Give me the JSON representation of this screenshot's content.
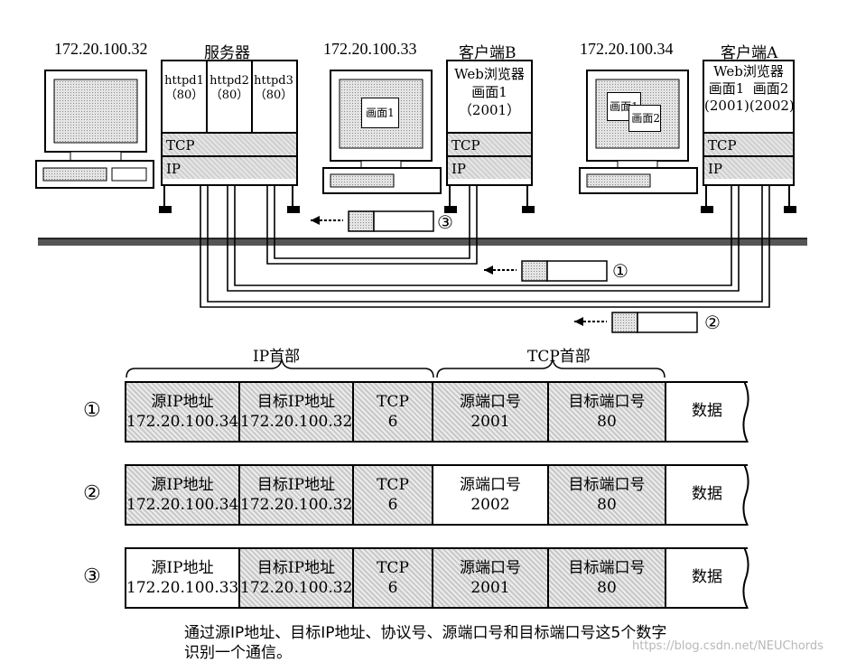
{
  "hosts": {
    "server": {
      "ip": "172.20.100.32",
      "name": "服务器",
      "httpd": [
        {
          "name": "httpd1",
          "port": "（80）"
        },
        {
          "name": "httpd2",
          "port": "（80）"
        },
        {
          "name": "httpd3",
          "port": "（80）"
        }
      ],
      "tcp": "TCP",
      "ip_layer": "IP"
    },
    "client_b": {
      "ip": "172.20.100.33",
      "name": "客户端B",
      "browser": "Web浏览器",
      "screen": "画面1",
      "port": "（2001）",
      "monitor_window": "画面1",
      "tcp": "TCP",
      "ip_layer": "IP"
    },
    "client_a": {
      "ip": "172.20.100.34",
      "name": "客户端A",
      "browser": "Web浏览器",
      "screen1": "画面1",
      "port1": "(2001)",
      "screen2": "画面2",
      "port2": "(2002)",
      "monitor_window1": "画面1",
      "monitor_window2": "画面2",
      "tcp": "TCP",
      "ip_layer": "IP"
    }
  },
  "flows": {
    "f1": "①",
    "f2": "②",
    "f3": "③"
  },
  "headers": {
    "ip": "IP首部",
    "tcp": "TCP首部"
  },
  "packets": [
    {
      "num": "①",
      "src_ip_label": "源IP地址",
      "src_ip": "172.20.100.34",
      "dst_ip_label": "目标IP地址",
      "dst_ip": "172.20.100.32",
      "proto_label": "TCP",
      "proto": "6",
      "src_port_label": "源端口号",
      "src_port": "2001",
      "dst_port_label": "目标端口号",
      "dst_port": "80",
      "data": "数据"
    },
    {
      "num": "②",
      "src_ip_label": "源IP地址",
      "src_ip": "172.20.100.34",
      "dst_ip_label": "目标IP地址",
      "dst_ip": "172.20.100.32",
      "proto_label": "TCP",
      "proto": "6",
      "src_port_label": "源端口号",
      "src_port": "2002",
      "dst_port_label": "目标端口号",
      "dst_port": "80",
      "data": "数据"
    },
    {
      "num": "③",
      "src_ip_label": "源IP地址",
      "src_ip": "172.20.100.33",
      "dst_ip_label": "目标IP地址",
      "dst_ip": "172.20.100.32",
      "proto_label": "TCP",
      "proto": "6",
      "src_port_label": "源端口号",
      "src_port": "2001",
      "dst_port_label": "目标端口号",
      "dst_port": "80",
      "data": "数据"
    }
  ],
  "caption": {
    "line1": "通过源IP地址、目标IP地址、协议号、源端口号和目标端口号这5个数字",
    "line2": "识别一个通信。"
  },
  "watermark": "https://blog.csdn.net/NEUChords"
}
